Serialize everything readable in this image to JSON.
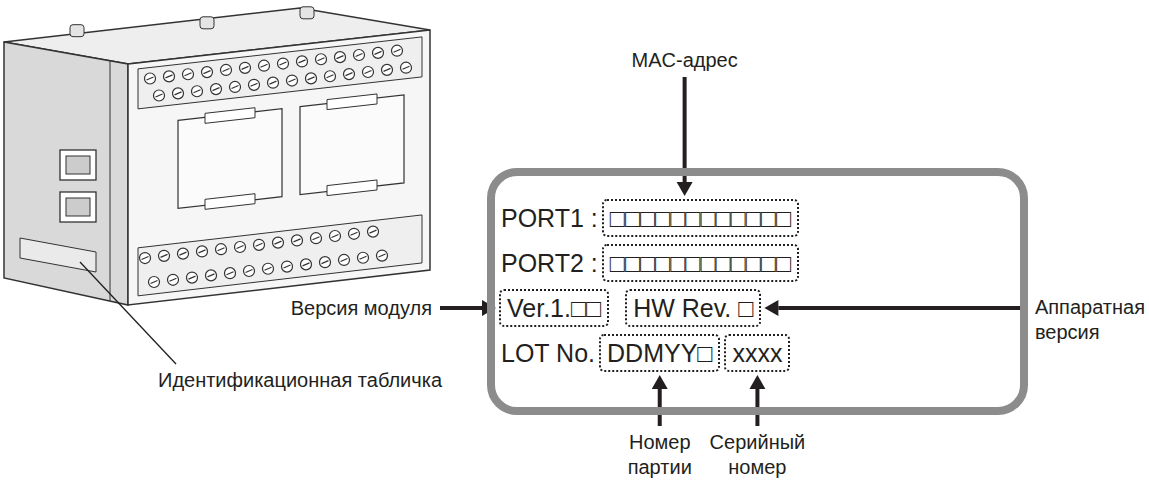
{
  "diagram": {
    "nodes": [
      {
        "text": [
          "PORT1 :",
          "PORT2 :",
          "LOT No."
        ]
      },
      {
        "text": [
          "□□□□□□□□□□□□"
        ],
        "in": 0
      },
      {
        "text": [
          "□□□□□□□□□□□□"
        ],
        "in": 0
      },
      {
        "text": [
          "Ver.1.□□"
        ],
        "in": 0
      },
      {
        "text": [
          "HW Rev. □"
        ],
        "in": 0
      },
      {
        "text": [
          "DDMYY□"
        ],
        "in": 0
      },
      {
        "text": [
          "xxxx"
        ],
        "in": 0
      }
    ],
    "labels": [
      "MAC-адрес",
      "Версия модуля",
      "Аппаратная версия",
      "Идентификационная табличка",
      "Номер партии",
      "Серийный номер"
    ]
  }
}
